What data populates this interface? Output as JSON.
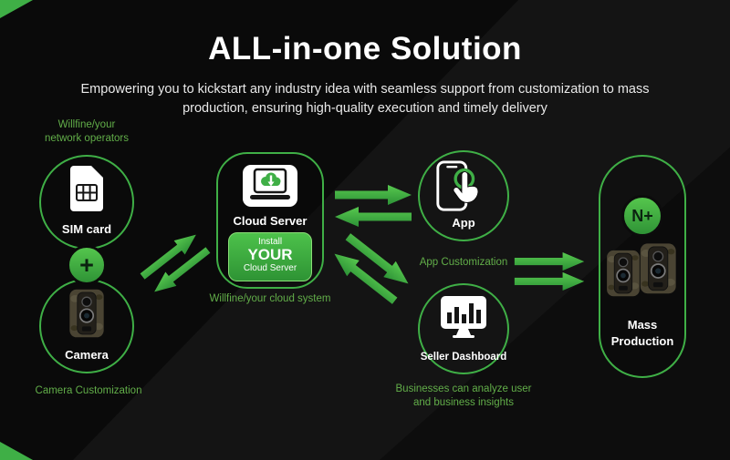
{
  "title": "ALL-in-one Solution",
  "subtitle": "Empowering you to kickstart any industry idea with seamless support from customization to mass production, ensuring high-quality execution and timely delivery",
  "colors": {
    "background": "#0a0a0a",
    "accent_green": "#3faf46",
    "caption_green": "#62ae49",
    "text_white": "#ffffff"
  },
  "left": {
    "operators_caption": "Willfine/your network operators",
    "sim_label": "SIM card",
    "plus_sign": "+",
    "camera_label": "Camera",
    "camera_caption": "Camera Customization"
  },
  "cloud": {
    "label": "Cloud Server",
    "button": {
      "line1": "Install",
      "line2": "YOUR",
      "line3": "Cloud Server"
    },
    "caption": "Willfine/your cloud system"
  },
  "app": {
    "label": "App",
    "caption": "App Customization"
  },
  "dashboard": {
    "label": "Seller Dashboard",
    "caption": "Businesses can analyze user and business insights"
  },
  "mass": {
    "badge": "N+",
    "label": "Mass Production"
  },
  "icons": {
    "sim-card-icon": "sim card with chip grid",
    "plus-icon": "+",
    "trail-camera-icon": "trail camera",
    "cloud-server-icon": "laptop with green cloud download",
    "app-touch-icon": "phone with tapping hand",
    "dashboard-monitor-icon": "monitor with bar chart",
    "mass-production-cameras-icon": "two trail cameras",
    "arrow-icon": "green double arrows"
  }
}
